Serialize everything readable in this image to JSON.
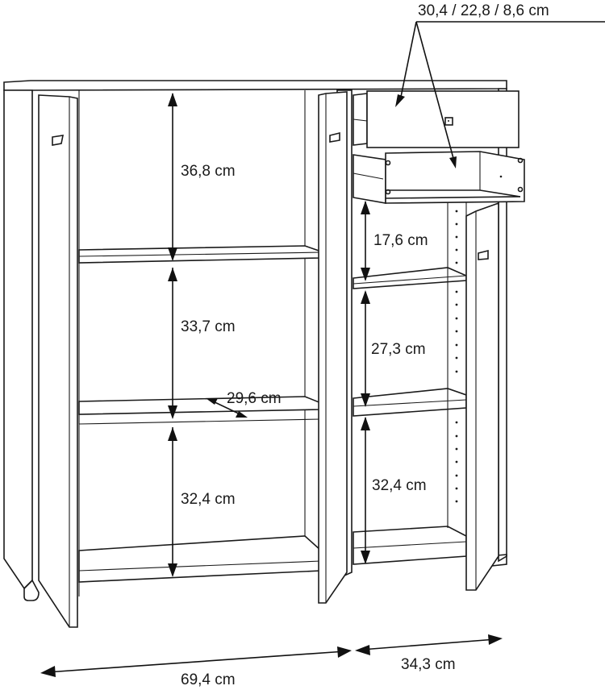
{
  "diagram": {
    "subject": "Cabinet with doors, shelves and two drawers – dimension drawing",
    "colors": {
      "line": "#1a1a1a",
      "background": "#ffffff"
    }
  },
  "dimensions": {
    "drawers": "30,4 / 22,8 / 8,6 cm",
    "left_compartment": {
      "top_height": "36,8 cm",
      "middle_height": "33,7 cm",
      "shelf_depth": "29,6 cm",
      "bottom_height": "32,4 cm",
      "width": "69,4 cm"
    },
    "right_compartment": {
      "top_height": "17,6 cm",
      "middle_height": "27,3 cm",
      "bottom_height": "32,4 cm",
      "width": "34,3 cm"
    }
  }
}
